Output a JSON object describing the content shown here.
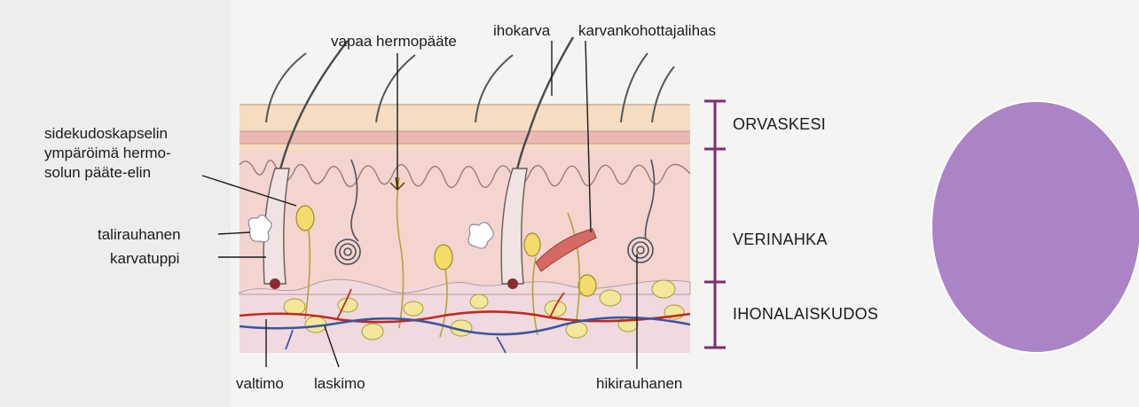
{
  "labels": {
    "free_nerve_ending": "vapaa hermopääte",
    "hair": "ihokarva",
    "arrector_pili": "karvankohottajalihas",
    "capsule_line1": "sidekudoskapselin",
    "capsule_line2": "ympäröimä hermo-",
    "capsule_line3": "solun pääte-elin",
    "sebaceous_gland": "talirauhanen",
    "hair_follicle": "karvatuppi",
    "artery": "valtimo",
    "vein": "laskimo",
    "sweat_gland": "hikirauhanen"
  },
  "layers": {
    "epidermis": "ORVASKESI",
    "dermis": "VERINAHKA",
    "subcutis": "IHONALAISKUDOS"
  },
  "colors": {
    "epidermis": "#f4dcc0",
    "dermis": "#f2d3cf",
    "subcutis": "#f1dce0",
    "layer_bracket": "#7e2e72",
    "artery": "#c22a1e",
    "vein": "#3a56a0",
    "fat": "#f0e494",
    "nerve": "#c8b22a",
    "circle": "#ab84c6"
  }
}
